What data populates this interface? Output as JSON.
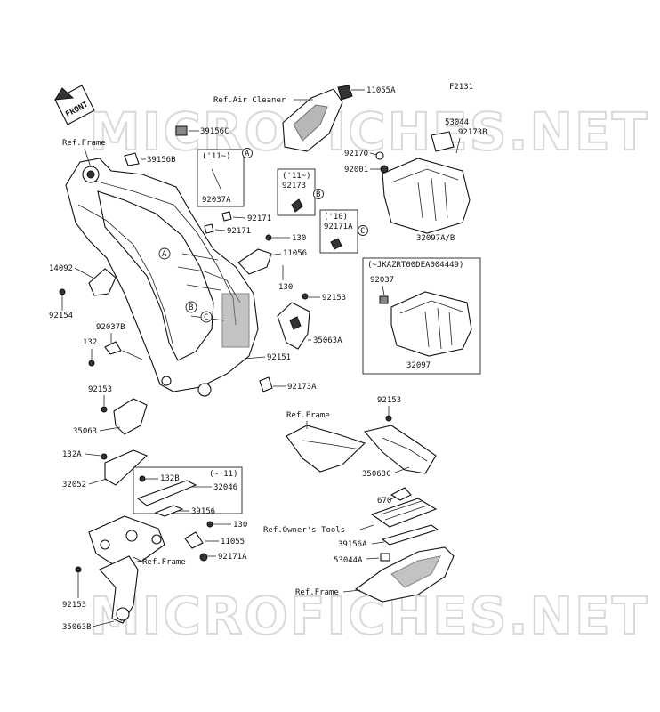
{
  "figure_code": "F2131",
  "watermark": "MICROFICHES.NET",
  "front_label": "FRONT",
  "ref_labels": {
    "air_cleaner": "Ref.Air Cleaner",
    "frame_top": "Ref.Frame",
    "frame_mid": "Ref.Frame",
    "frame_lower": "Ref.Frame",
    "frame_bottom": "Ref.Frame",
    "owners_tools": "Ref.Owner's Tools"
  },
  "parts": {
    "p11055A": "11055A",
    "p53044": "53044",
    "p92173B": "92173B",
    "p92170": "92170",
    "p92001": "92001",
    "p32097AB": "32097A/B",
    "p39156C": "39156C",
    "p39156B": "39156B",
    "p92037A": "92037A",
    "p92173": "92173",
    "p92171a": "92171",
    "p92171b": "92171",
    "p92171A": "92171A",
    "p130a": "130",
    "p11056": "11056",
    "p130b": "130",
    "p14092": "14092",
    "p92154": "92154",
    "p92153a": "92153",
    "p35063A": "35063A",
    "p92037B": "92037B",
    "p132": "132",
    "p92151": "92151",
    "p92173A": "92173A",
    "p92153b": "92153",
    "p35063": "35063",
    "p92153c": "92153",
    "p35063C": "35063C",
    "p132A": "132A",
    "p32052": "32052",
    "p132B": "132B",
    "p32046": "32046",
    "p39156": "39156",
    "p130c": "130",
    "p11055": "11055",
    "p92171A2": "92171A",
    "p670": "670",
    "p39156A": "39156A",
    "p53044A": "53044A",
    "p92153d": "92153",
    "p35063B": "35063B",
    "p92037": "92037",
    "p32097": "32097"
  },
  "groups": {
    "g11": "('11~)",
    "g11b": "('11~)",
    "g10": "('10)",
    "gupto11": "(~'11)",
    "gserial": "(~JKAZRT00DEA004449)"
  },
  "markers": {
    "a": "A",
    "b": "B",
    "c": "C"
  }
}
